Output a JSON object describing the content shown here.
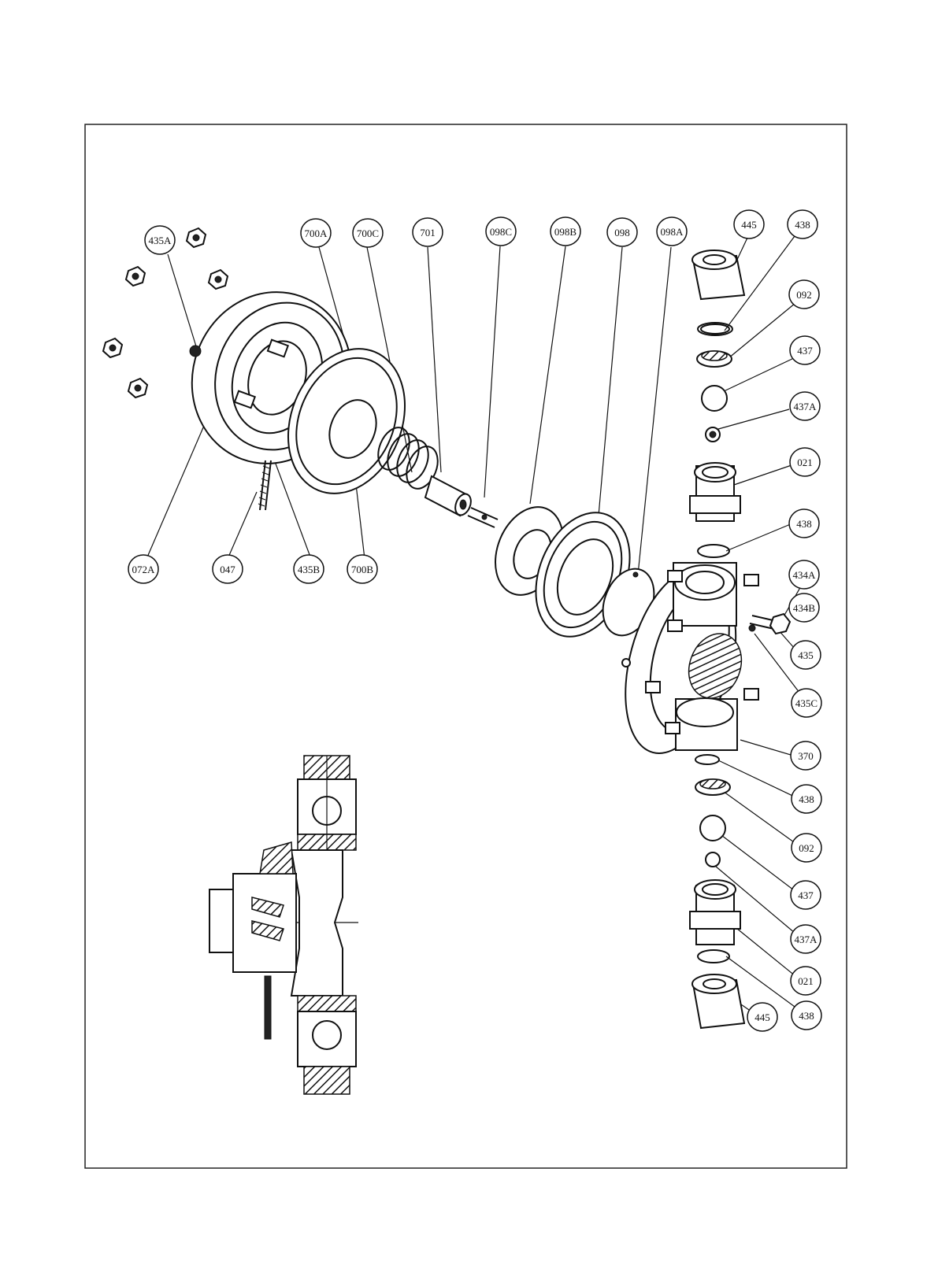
{
  "diagram": {
    "callouts": [
      {
        "id": "c-435a",
        "label": "435A"
      },
      {
        "id": "c-700a",
        "label": "700A"
      },
      {
        "id": "c-700c",
        "label": "700C"
      },
      {
        "id": "c-701",
        "label": "701"
      },
      {
        "id": "c-098c",
        "label": "098C"
      },
      {
        "id": "c-098b",
        "label": "098B"
      },
      {
        "id": "c-098",
        "label": "098"
      },
      {
        "id": "c-098a",
        "label": "098A"
      },
      {
        "id": "c-445-top",
        "label": "445"
      },
      {
        "id": "c-438-top",
        "label": "438"
      },
      {
        "id": "c-092-top",
        "label": "092"
      },
      {
        "id": "c-437-top",
        "label": "437"
      },
      {
        "id": "c-437a-top",
        "label": "437A"
      },
      {
        "id": "c-021-top",
        "label": "021"
      },
      {
        "id": "c-438-mid",
        "label": "438"
      },
      {
        "id": "c-434a",
        "label": "434A"
      },
      {
        "id": "c-434b",
        "label": "434B"
      },
      {
        "id": "c-435",
        "label": "435"
      },
      {
        "id": "c-435c",
        "label": "435C"
      },
      {
        "id": "c-370",
        "label": "370"
      },
      {
        "id": "c-438-low",
        "label": "438"
      },
      {
        "id": "c-092-low",
        "label": "092"
      },
      {
        "id": "c-437-low",
        "label": "437"
      },
      {
        "id": "c-437a-low",
        "label": "437A"
      },
      {
        "id": "c-021-low",
        "label": "021"
      },
      {
        "id": "c-438-bottom",
        "label": "438"
      },
      {
        "id": "c-445-bottom",
        "label": "445"
      },
      {
        "id": "c-072a",
        "label": "072A"
      },
      {
        "id": "c-047",
        "label": "047"
      },
      {
        "id": "c-435b",
        "label": "435B"
      },
      {
        "id": "c-700b",
        "label": "700B"
      }
    ]
  }
}
